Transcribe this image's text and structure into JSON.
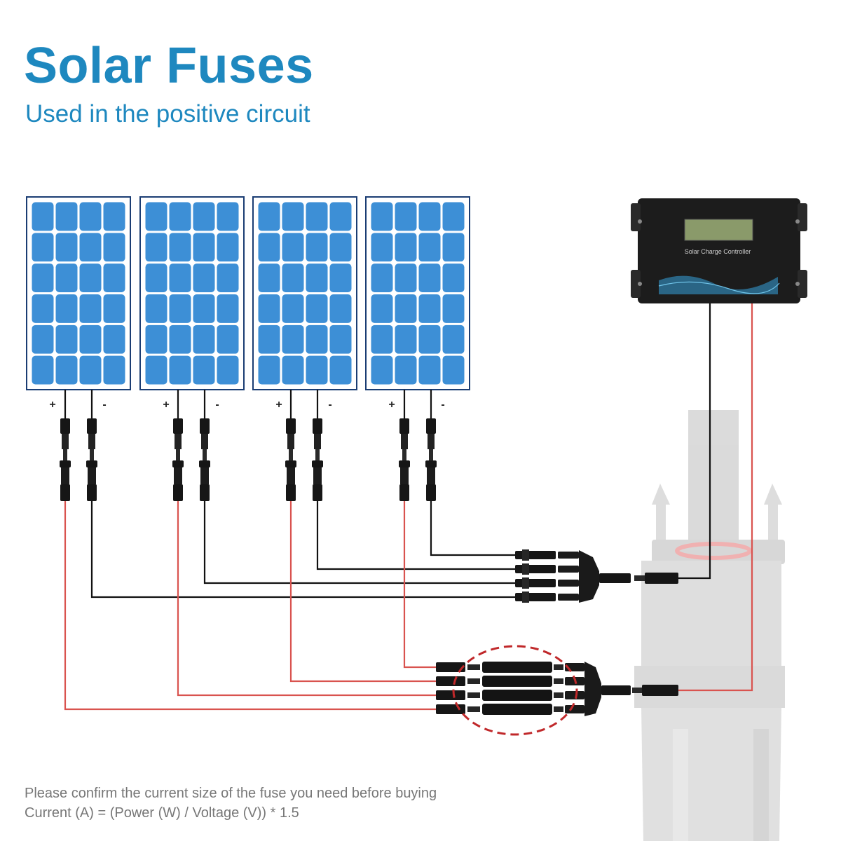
{
  "header": {
    "title": "Solar Fuses",
    "subtitle": "Used in the positive circuit"
  },
  "panels": [
    {
      "plus": "+",
      "minus": "-"
    },
    {
      "plus": "+",
      "minus": "-"
    },
    {
      "plus": "+",
      "minus": "-"
    },
    {
      "plus": "+",
      "minus": "-"
    }
  ],
  "controller": {
    "label": "Solar Charge Controller"
  },
  "footer": {
    "line1": "Please confirm the current size of the fuse you need before buying",
    "line2": "Current (A) = (Power (W) / Voltage (V)) * 1.5"
  },
  "colors": {
    "accent": "#1e88bf",
    "panel_cell": "#3d8fd6",
    "panel_frame": "#1b3d73",
    "positive_wire": "#d9534f",
    "negative_wire": "#111111",
    "fuse_highlight": "#c0282a",
    "controller_body": "#1c1c1c",
    "controller_screen": "#8a9a6a"
  },
  "icons": [
    "solar-panel-icon",
    "mc4-connector-icon",
    "branch-connector-icon",
    "inline-fuse-icon",
    "charge-controller-icon",
    "wire-gland-icon"
  ]
}
